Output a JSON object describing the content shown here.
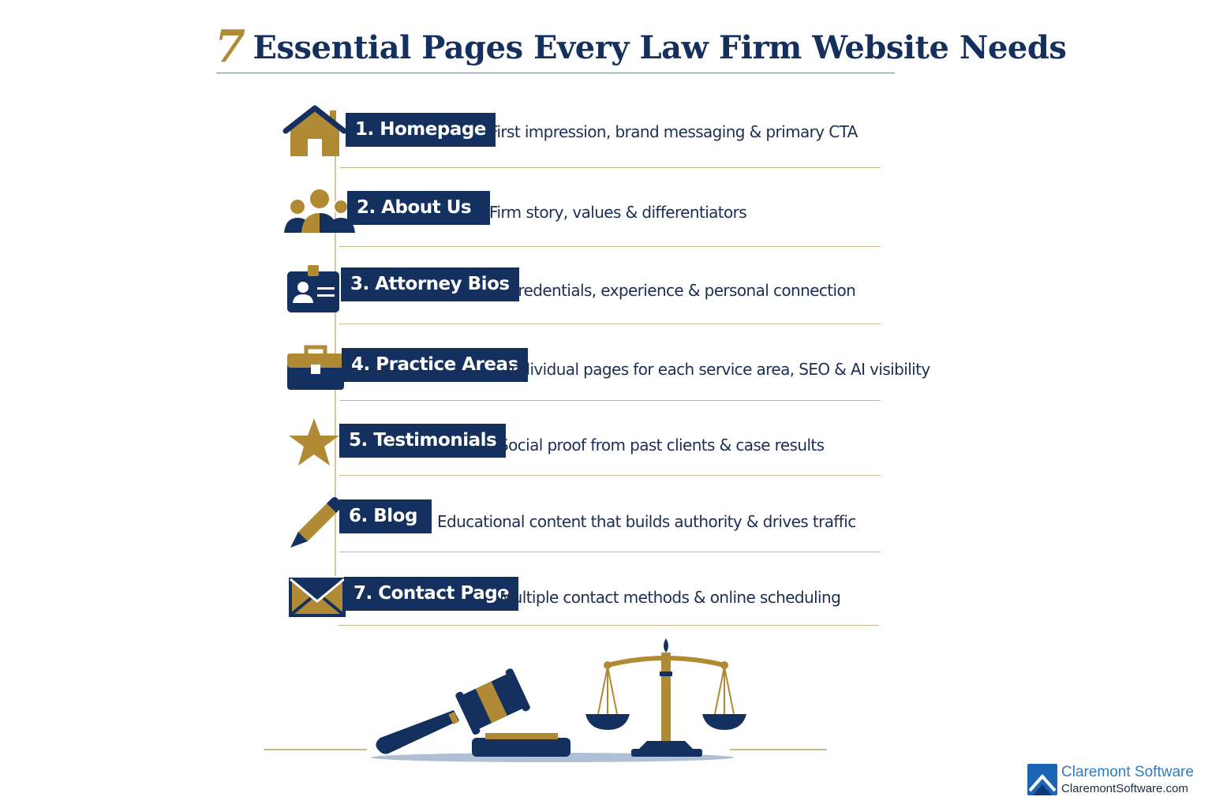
{
  "title": {
    "number": "7",
    "text": "Essential Pages Every Law Firm Website Needs"
  },
  "colors": {
    "navy": "#14305f",
    "gold": "#b08a35",
    "line": "#cdb98a"
  },
  "items": [
    {
      "label": "1. Homepage",
      "description": "First impression, brand messaging & primary CTA",
      "icon": "house-icon"
    },
    {
      "label": "2. About Us",
      "description": "Firm story, values & differentiators",
      "icon": "people-icon"
    },
    {
      "label": "3. Attorney Bios",
      "description": "Credentials, experience & personal connection",
      "icon": "id-card-icon"
    },
    {
      "label": "4. Practice Areas",
      "description": "Individual pages for each service area, SEO & AI visibility",
      "icon": "briefcase-icon"
    },
    {
      "label": "5. Testimonials",
      "description": "Social proof from past clients & case results",
      "icon": "star-icon"
    },
    {
      "label": "6. Blog",
      "description": "Educational content that builds authority & drives traffic",
      "icon": "pencil-icon"
    },
    {
      "label": "7. Contact Page",
      "description": "Multiple contact methods & online scheduling",
      "icon": "envelope-icon"
    }
  ],
  "footer": {
    "brand_name": "Claremont Software",
    "brand_url": "ClaremontSoftware.com"
  }
}
